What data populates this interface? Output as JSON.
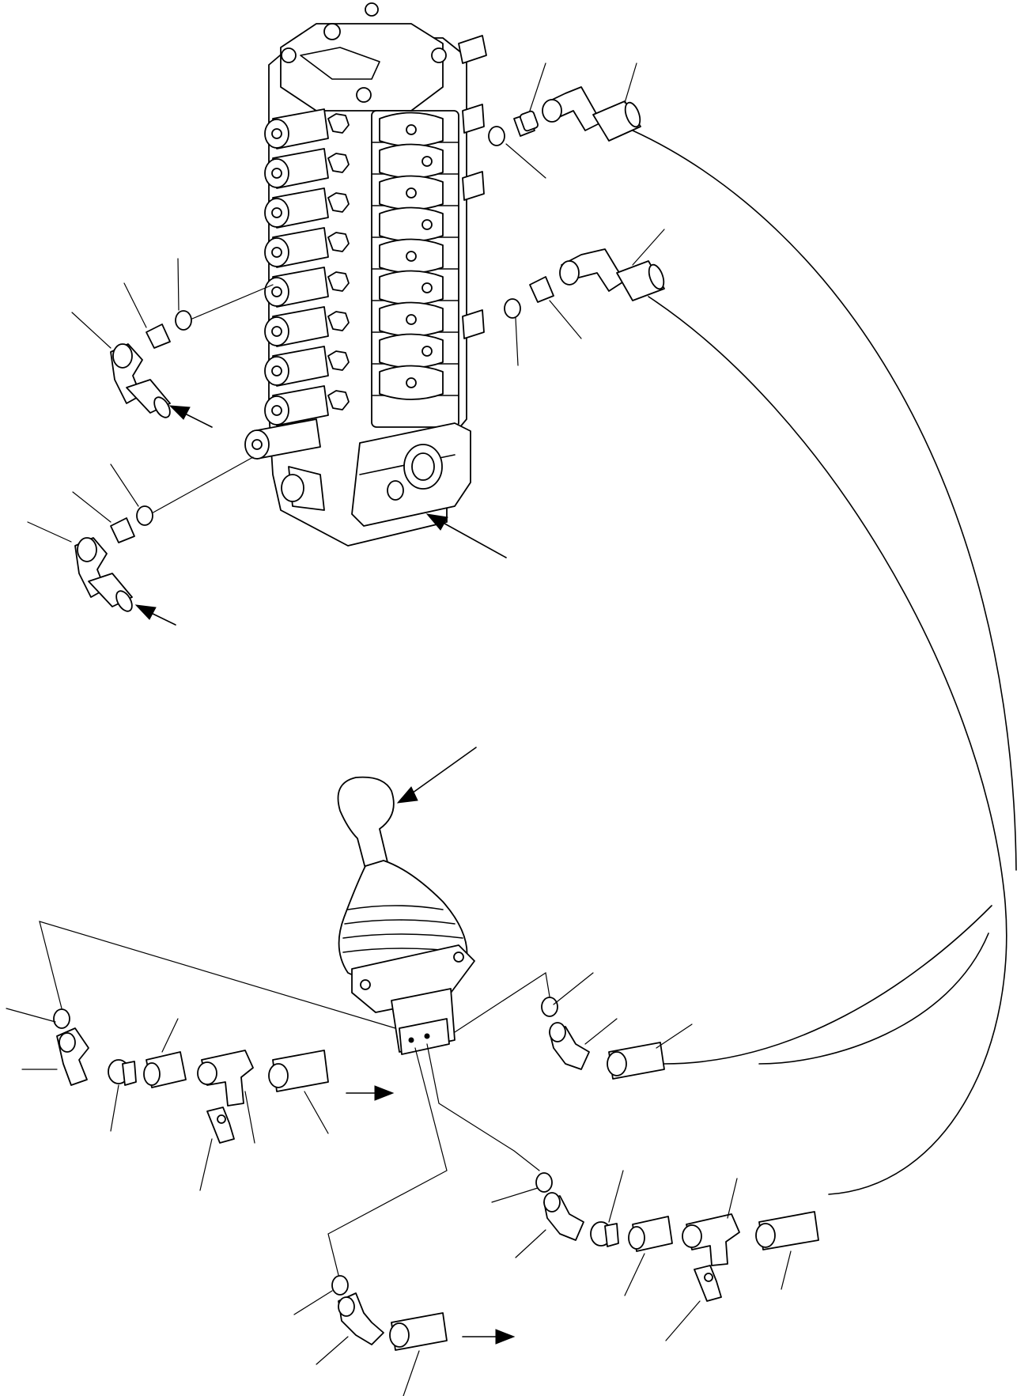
{
  "colors": {
    "ink": "#000000",
    "paper": "#ffffff"
  },
  "components": [
    "control-valve-block",
    "joystick-pilot-valve",
    "elbow-fitting",
    "adapter-fitting",
    "o-ring",
    "tee-fitting",
    "pressure-switch",
    "hose",
    "flow-direction-arrow",
    "callout-leader"
  ]
}
